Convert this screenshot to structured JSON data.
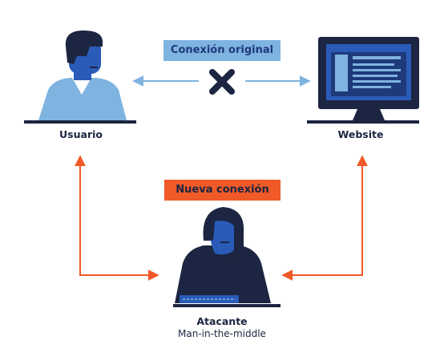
{
  "connections": {
    "original": {
      "label": "Conexión original",
      "color": "#7fb3e0"
    },
    "new": {
      "label": "Nueva conexión",
      "color": "#f05a28"
    }
  },
  "nodes": {
    "user": {
      "label": "Usuario"
    },
    "website": {
      "label": "Website"
    },
    "attacker": {
      "label": "Atacante",
      "sublabel": "Man-in-the-middle"
    }
  },
  "icons": [
    "user-icon",
    "computer-monitor-icon",
    "attacker-icon",
    "cross-icon",
    "keyboard-icon"
  ],
  "colors": {
    "navy": "#1c2541",
    "dark_blue": "#1e3a7a",
    "mid_blue": "#2a5bb8",
    "light_blue": "#7fb3e0",
    "orange": "#f05a28"
  }
}
